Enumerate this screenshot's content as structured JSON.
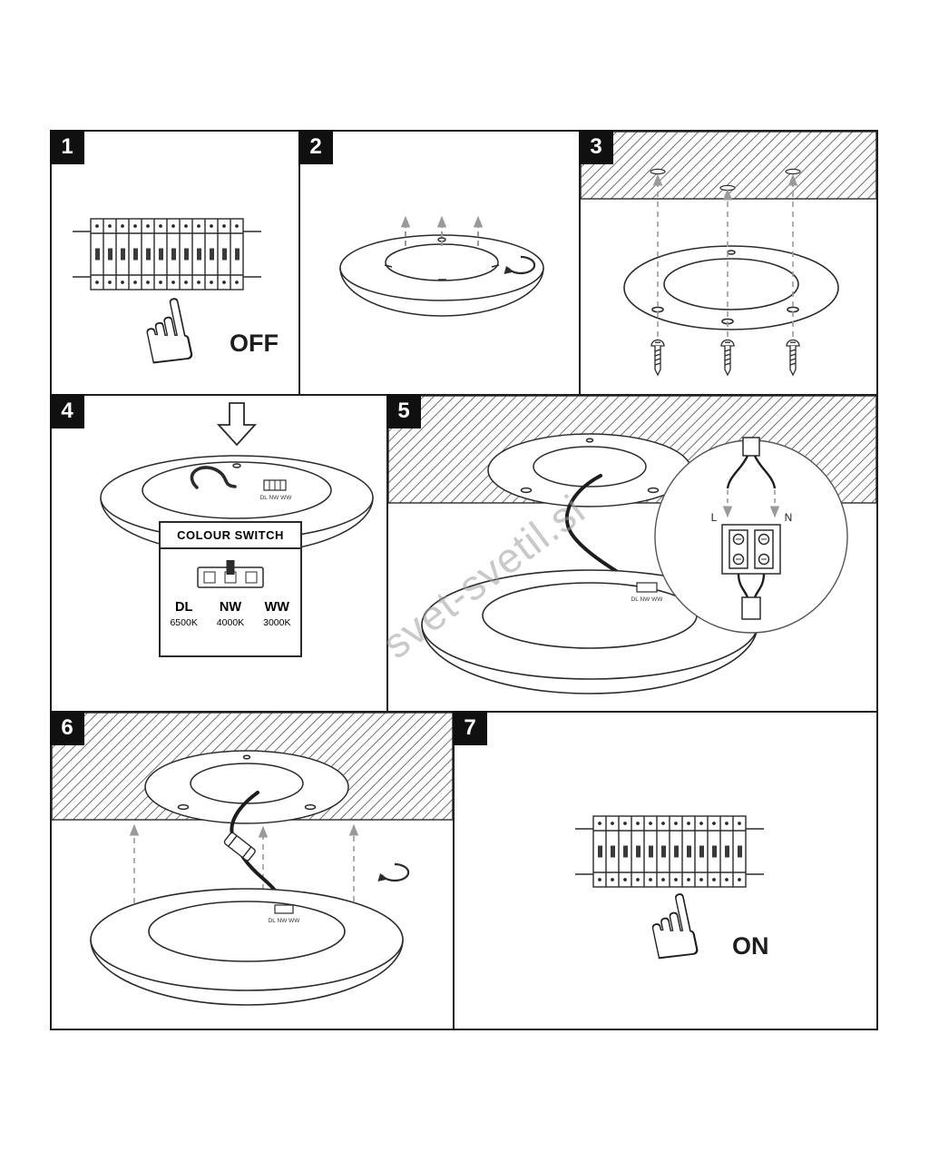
{
  "watermark": "svet-svetil.si",
  "icons": {
    "pointing_hand": "☝"
  },
  "panels": {
    "p1": {
      "number": "1",
      "status": "OFF"
    },
    "p2": {
      "number": "2"
    },
    "p3": {
      "number": "3"
    },
    "p4": {
      "number": "4",
      "switch_label": "DL NW WW",
      "colour_switch": {
        "title": "COLOUR SWITCH",
        "modes": [
          "DL",
          "NW",
          "WW"
        ],
        "temps": [
          "6500K",
          "4000K",
          "3000K"
        ]
      }
    },
    "p5": {
      "number": "5",
      "switch_label": "DL NW WW",
      "terminal_l": "L",
      "terminal_n": "N"
    },
    "p6": {
      "number": "6",
      "switch_label": "DL NW WW"
    },
    "p7": {
      "number": "7",
      "status": "ON"
    }
  }
}
